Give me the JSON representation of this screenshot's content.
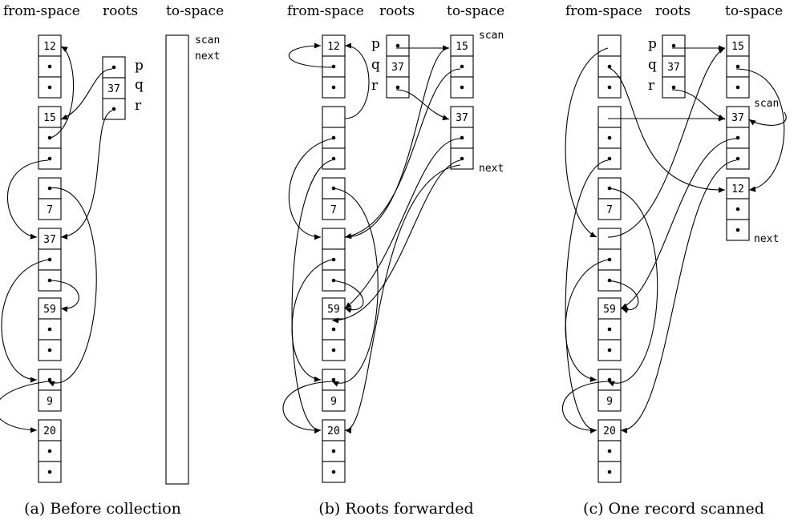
{
  "panels": [
    {
      "headers": {
        "from": "from-space",
        "roots": "roots",
        "to": "to-space"
      },
      "caption": "(a) Before collection",
      "root_labels": [
        "p",
        "q",
        "r"
      ],
      "root_cells": [
        "•",
        "37",
        "•"
      ],
      "from_records": [
        {
          "cells": [
            "12",
            "•",
            "•"
          ]
        },
        {
          "cells": [
            "15",
            "•",
            "•"
          ]
        },
        {
          "cells": [
            "•",
            "7"
          ]
        },
        {
          "cells": [
            "37",
            "•",
            "•"
          ]
        },
        {
          "cells": [
            "59",
            "•",
            "•"
          ]
        },
        {
          "cells": [
            "•",
            "9"
          ]
        },
        {
          "cells": [
            "20",
            "•",
            "•"
          ]
        }
      ],
      "to_records": [],
      "pointer_labels": [
        {
          "text": "scan"
        },
        {
          "text": "next"
        }
      ]
    },
    {
      "headers": {
        "from": "from-space",
        "roots": "roots",
        "to": "to-space"
      },
      "caption": "(b) Roots forwarded",
      "root_labels": [
        "p",
        "q",
        "r"
      ],
      "root_cells": [
        "•",
        "37",
        "•"
      ],
      "from_records": [
        {
          "cells": [
            "12",
            "•",
            "•"
          ]
        },
        {
          "cells": [
            "",
            "•",
            "•"
          ]
        },
        {
          "cells": [
            "•",
            "7"
          ]
        },
        {
          "cells": [
            "",
            "•",
            "•"
          ]
        },
        {
          "cells": [
            "59",
            "•",
            "•"
          ]
        },
        {
          "cells": [
            "•",
            "9"
          ]
        },
        {
          "cells": [
            "20",
            "•",
            "•"
          ]
        }
      ],
      "to_records": [
        {
          "cells": [
            "15",
            "•",
            "•"
          ]
        },
        {
          "cells": [
            "37",
            "•",
            "•"
          ]
        }
      ],
      "pointer_labels": [
        {
          "text": "scan"
        },
        {
          "text": "next"
        }
      ]
    },
    {
      "headers": {
        "from": "from-space",
        "roots": "roots",
        "to": "to-space"
      },
      "caption": "(c) One record scanned",
      "root_labels": [
        "p",
        "q",
        "r"
      ],
      "root_cells": [
        "•",
        "37",
        "•"
      ],
      "from_records": [
        {
          "cells": [
            "",
            "•",
            "•"
          ]
        },
        {
          "cells": [
            "",
            "•",
            "•"
          ]
        },
        {
          "cells": [
            "•",
            "7"
          ]
        },
        {
          "cells": [
            "",
            "•",
            "•"
          ]
        },
        {
          "cells": [
            "59",
            "•",
            "•"
          ]
        },
        {
          "cells": [
            "•",
            "9"
          ]
        },
        {
          "cells": [
            "20",
            "•",
            "•"
          ]
        }
      ],
      "to_records": [
        {
          "cells": [
            "15",
            "•",
            "•"
          ]
        },
        {
          "cells": [
            "37",
            "•",
            "•"
          ]
        },
        {
          "cells": [
            "12",
            "•",
            "•"
          ]
        }
      ],
      "pointer_labels": [
        {
          "text": "scan"
        },
        {
          "text": "next"
        }
      ]
    }
  ]
}
